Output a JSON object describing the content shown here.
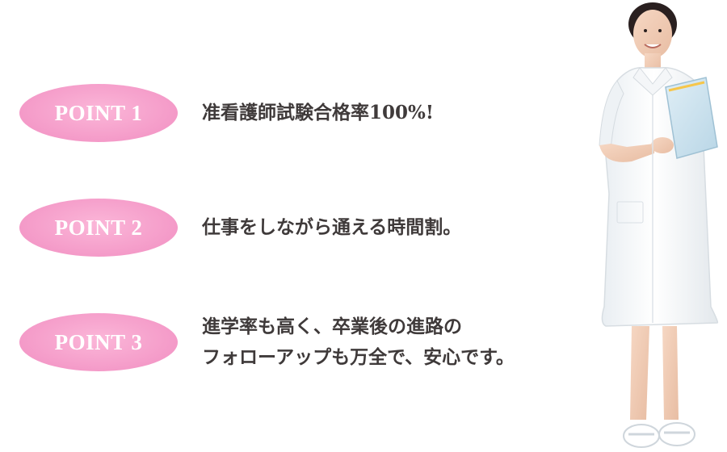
{
  "points": [
    {
      "badge": "POINT 1",
      "lines": [
        "准看護師試験合格率100%!"
      ]
    },
    {
      "badge": "POINT 2",
      "lines": [
        "仕事をしながら通える時間割。"
      ]
    },
    {
      "badge": "POINT 3",
      "lines": [
        "進学率も高く、卒業後の進路の",
        "フォローアップも万全で、安心です。"
      ]
    }
  ],
  "colors": {
    "badge_pink": "#f49ac8",
    "text": "#3f3a3a"
  }
}
